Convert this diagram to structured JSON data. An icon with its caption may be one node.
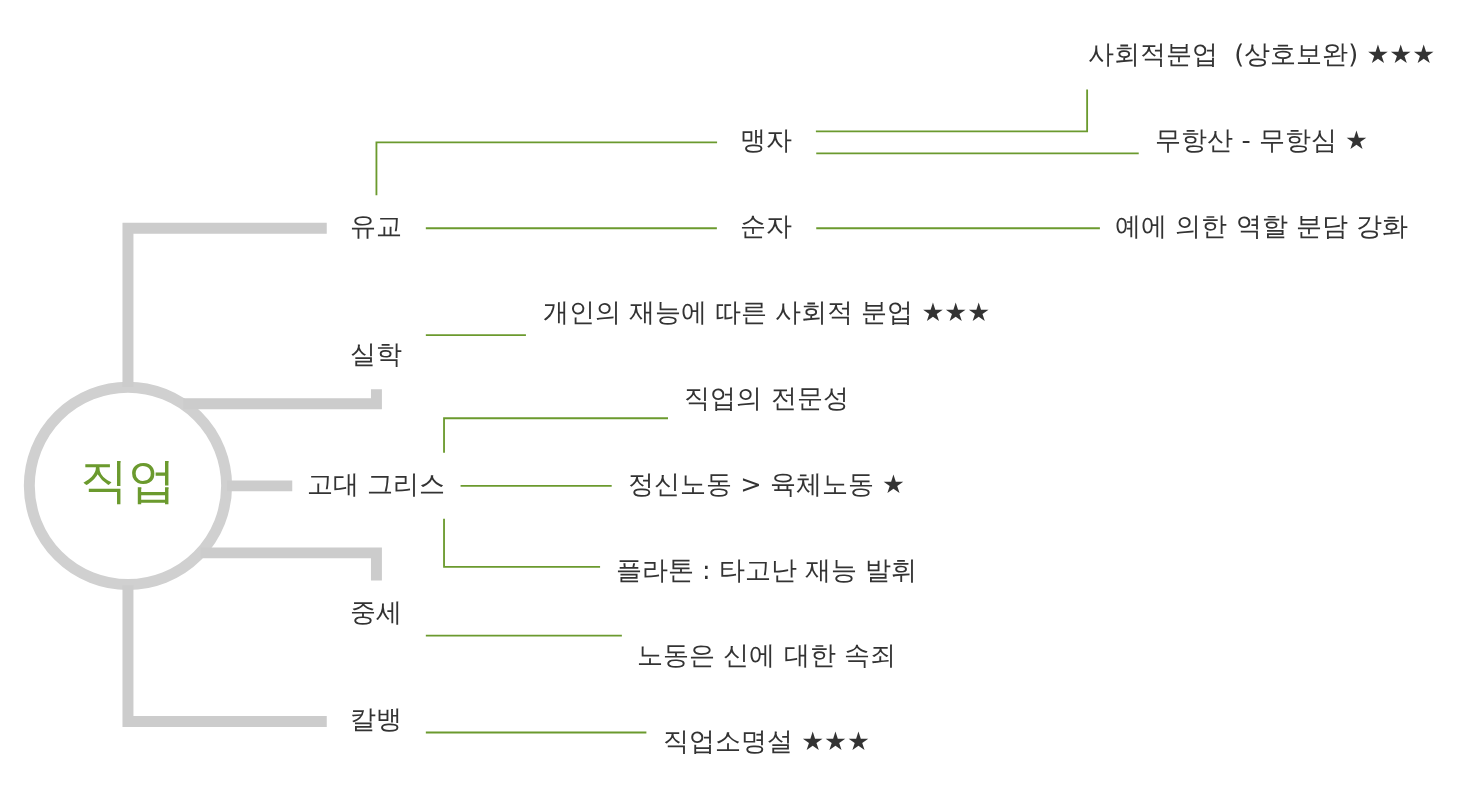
{
  "diagram": {
    "nodes": [
      {
        "text": [
          "직업"
        ]
      },
      {
        "text": [
          "유교"
        ]
      },
      {
        "text": [
          "맹자"
        ]
      },
      {
        "text": [
          "사회적분업  (상호보완) ★★★"
        ]
      },
      {
        "text": [
          "무항산 - 무항심 ★"
        ]
      },
      {
        "text": [
          "순자"
        ]
      },
      {
        "text": [
          "예에 의한 역할 분담 강화"
        ]
      },
      {
        "text": [
          "실학"
        ]
      },
      {
        "text": [
          "개인의 재능에 따른 사회적 분업 ★★★"
        ]
      },
      {
        "text": [
          "고대 그리스"
        ]
      },
      {
        "text": [
          "직업의 전문성"
        ]
      },
      {
        "text": [
          "정신노동 > 육체노동 ★"
        ]
      },
      {
        "text": [
          "플라톤 : 타고난 재능 발휘"
        ]
      },
      {
        "text": [
          "중세"
        ]
      },
      {
        "text": [
          "노동은 신에 대한 속죄"
        ]
      },
      {
        "text": [
          "칼뱅"
        ]
      },
      {
        "text": [
          "직업소명설 ★★★"
        ]
      }
    ],
    "edges": [
      {
        "from": 0,
        "to": 1,
        "arrow": "none",
        "style": "thick",
        "color": "#cccccc"
      },
      {
        "from": 0,
        "to": 7,
        "arrow": "none",
        "style": "thick",
        "color": "#cccccc"
      },
      {
        "from": 0,
        "to": 9,
        "arrow": "none",
        "style": "thick",
        "color": "#cccccc"
      },
      {
        "from": 0,
        "to": 13,
        "arrow": "none",
        "style": "thick",
        "color": "#cccccc"
      },
      {
        "from": 0,
        "to": 15,
        "arrow": "none",
        "style": "thick",
        "color": "#cccccc"
      },
      {
        "from": 1,
        "to": 2,
        "arrow": "none"
      },
      {
        "from": 1,
        "to": 5,
        "arrow": "none"
      },
      {
        "from": 2,
        "to": 3,
        "arrow": "none"
      },
      {
        "from": 2,
        "to": 4,
        "arrow": "none"
      },
      {
        "from": 5,
        "to": 6,
        "arrow": "none"
      },
      {
        "from": 7,
        "to": 8,
        "arrow": "none"
      },
      {
        "from": 9,
        "to": 10,
        "arrow": "none"
      },
      {
        "from": 9,
        "to": 11,
        "arrow": "none"
      },
      {
        "from": 9,
        "to": 12,
        "arrow": "none"
      },
      {
        "from": 13,
        "to": 14,
        "arrow": "none"
      },
      {
        "from": 15,
        "to": 16,
        "arrow": "none"
      }
    ]
  }
}
